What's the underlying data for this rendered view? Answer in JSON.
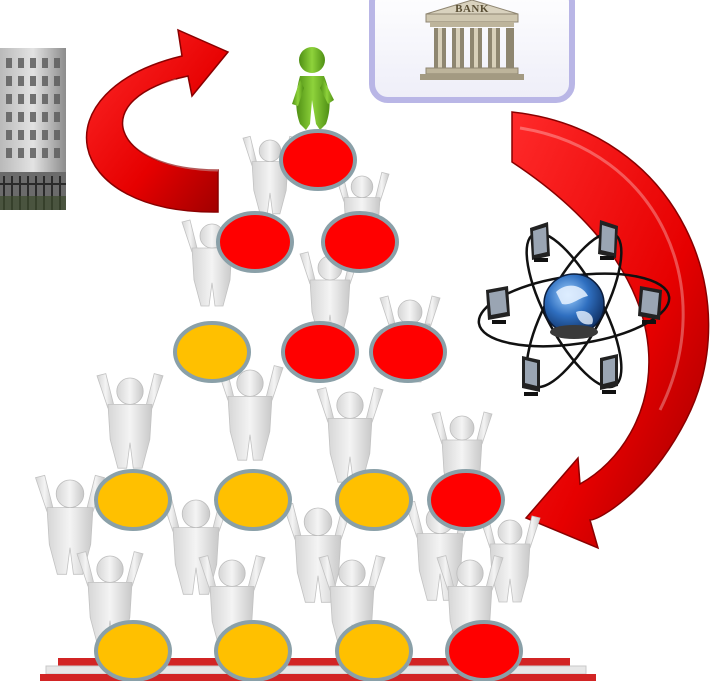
{
  "bank": {
    "label": "BANK",
    "icon": "bank-building-icon"
  },
  "colors": {
    "arrow": "#ff0000",
    "arrow_dark": "#b00000",
    "node_red": "#ff0000",
    "node_orange": "#ffc000",
    "node_border": "#8aa0a8",
    "leader": "#76b82a",
    "figure": "#e6e6e6",
    "bank_frame": "#b9b6e6",
    "base": "#d22424"
  },
  "pyramid": {
    "leader_icon": "green-person-icon",
    "rows": [
      {
        "nodes": [
          "red"
        ]
      },
      {
        "nodes": [
          "red",
          "red"
        ]
      },
      {
        "nodes": [
          "orange",
          "red",
          "red"
        ]
      },
      {
        "nodes": [
          "orange",
          "orange",
          "orange",
          "red"
        ]
      },
      {
        "nodes": [
          "orange",
          "orange",
          "orange",
          "red"
        ]
      }
    ]
  },
  "icons": {
    "government_building": "government-building-icon",
    "network": "computer-network-globe-icon"
  }
}
